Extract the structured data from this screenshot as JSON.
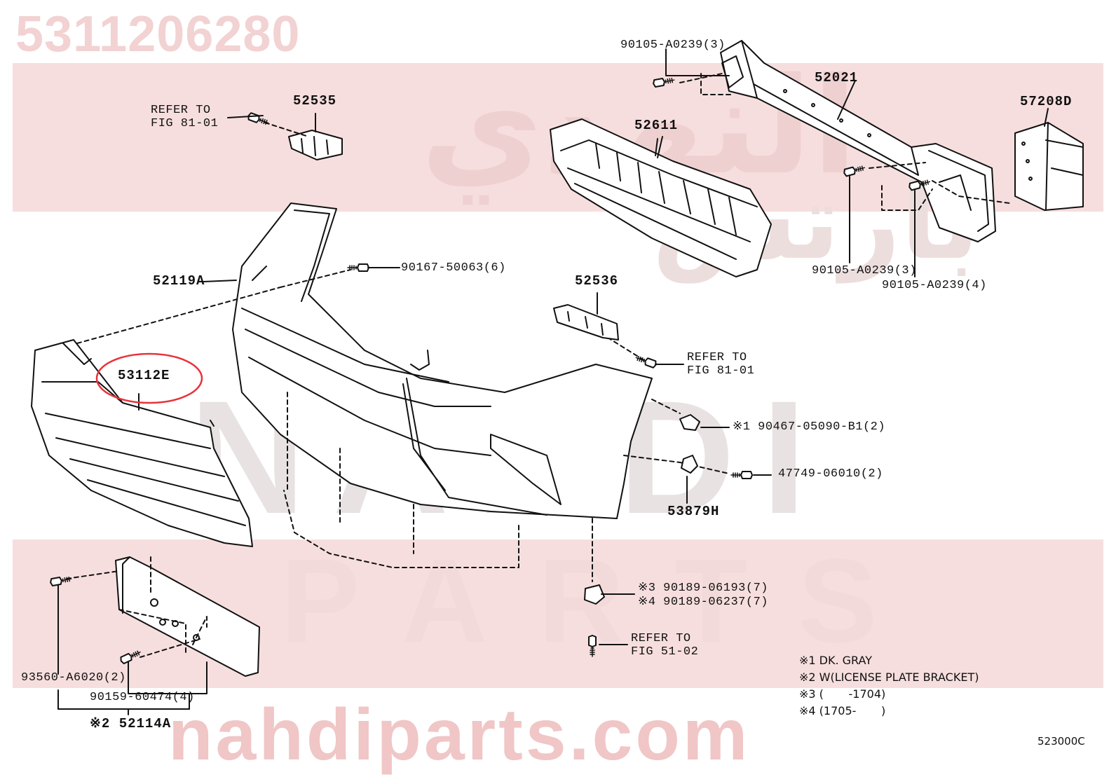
{
  "watermark": {
    "part_number": "5311206280",
    "arabic_top": "النهدي",
    "arabic_mid": "بارتس",
    "brand_word": "NAHDI",
    "parts_word": "PARTS",
    "site": "nahdiparts.com"
  },
  "callouts": {
    "bolt_52021_top": "90105-A0239(3)",
    "reinforcement": "52021",
    "absorber_side": "57208D",
    "refer_81_top_line1": "REFER TO",
    "refer_81_top_line2": "FIG 81-01",
    "retainer_left": "52535",
    "absorber": "52611",
    "clip_bumper": "90167-50063(6)",
    "bumper_cover": "52119A",
    "bolt_52021_mid": "90105-A0239(3)",
    "bolt_52021_low": "90105-A0239(4)",
    "retainer_right": "52536",
    "refer_81_mid_line1": "REFER TO",
    "refer_81_mid_line2": "FIG 81-01",
    "grille": "53112E",
    "screw_gray": "※1 90467-05090-B1(2)",
    "nut_cover": "47749-06010(2)",
    "bracket_h": "53879H",
    "clip_3": "※3 90189-06193(7)",
    "clip_4": "※4 90189-06237(7)",
    "refer_51_line1": "REFER TO",
    "refer_51_line2": "FIG 51-02",
    "screw_plate": "93560-A6020(2)",
    "bolt_plate": "90159-60474(4)",
    "license_bracket": "※2 52114A"
  },
  "notes": [
    "※1 DK. GRAY",
    "※2 W(LICENSE PLATE BRACKET)",
    "※3 (       -1704)",
    "※4 (1705-       )"
  ],
  "diagram_code": "523000C",
  "highlight_color": "#e8323a"
}
